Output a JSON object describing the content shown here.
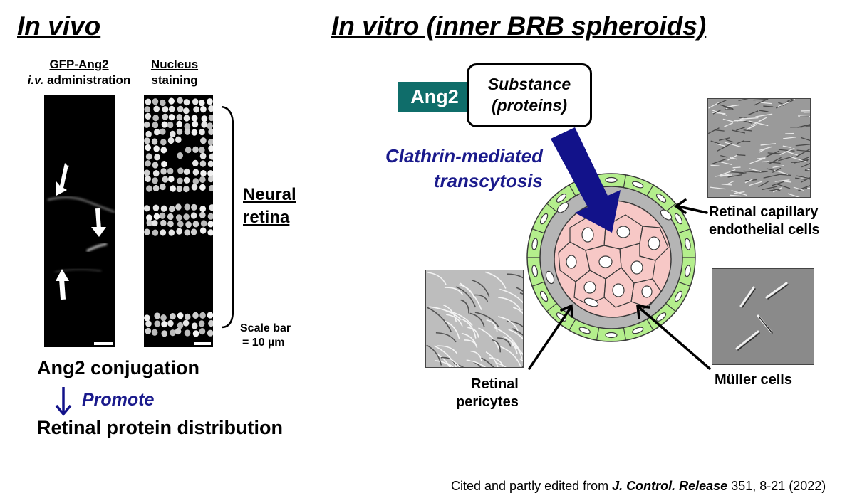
{
  "left": {
    "title": "In vivo",
    "col1_line1": "GFP-Ang2",
    "col1_line2_italic": "i.v.",
    "col1_line2_rest": " administration",
    "col2_line1": "Nucleus",
    "col2_line2": "staining",
    "bracket_line1": "Neural",
    "bracket_line2": "retina",
    "scale_line1": "Scale bar",
    "scale_line2": "= 10 µm",
    "conjugation": "Ang2 conjugation",
    "promote": "Promote",
    "distribution": "Retinal protein distribution"
  },
  "right": {
    "title": "In vitro (inner BRB spheroids)",
    "ang2_tag": "Ang2",
    "substance_line1": "Substance",
    "substance_line2": "(proteins)",
    "pathway_line1": "Clathrin-mediated",
    "pathway_line2": "transcytosis",
    "endo_line1": "Retinal capillary",
    "endo_line2": "endothelial cells",
    "peri_line1": "Retinal",
    "peri_line2": "pericytes",
    "muller": "Müller cells"
  },
  "citation": {
    "prefix": "Cited and partly edited from ",
    "journal": "J. Control. Release",
    "suffix": " 351, 8-21 (2022)"
  },
  "colors": {
    "tag_teal": "#0f6d6a",
    "arrow_navy": "#12128a",
    "endothelial_green": "#b4ee8c",
    "pericyte_gray": "#b5b5b5",
    "muller_pink": "#f7c8c6"
  }
}
